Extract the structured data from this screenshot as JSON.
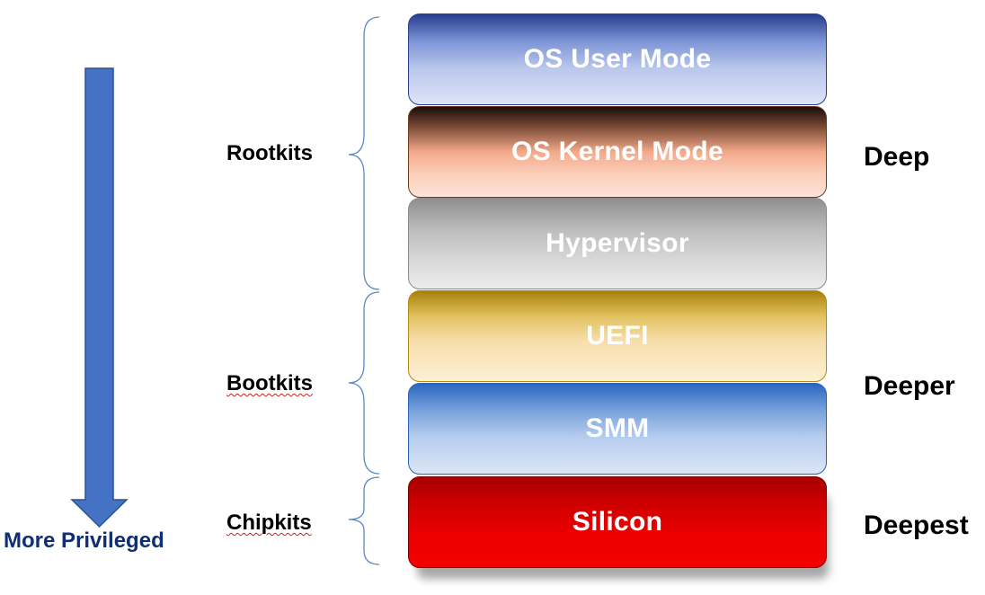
{
  "arrow_label": "More Privileged",
  "groups": {
    "rootkits": "Rootkits",
    "bootkits": "Bootkits",
    "chipkits": "Chipkits"
  },
  "layers": {
    "os_user_mode": "OS User Mode",
    "os_kernel_mode": "OS Kernel Mode",
    "hypervisor": "Hypervisor",
    "uefi": "UEFI",
    "smm": "SMM",
    "silicon": "Silicon"
  },
  "depths": {
    "deep": "Deep",
    "deeper": "Deeper",
    "deepest": "Deepest"
  },
  "colors": {
    "arrow_fill": "#4472c4",
    "arrow_label": "#0f2f72",
    "brace": "#5b87c6",
    "silicon": "#ec0000"
  }
}
